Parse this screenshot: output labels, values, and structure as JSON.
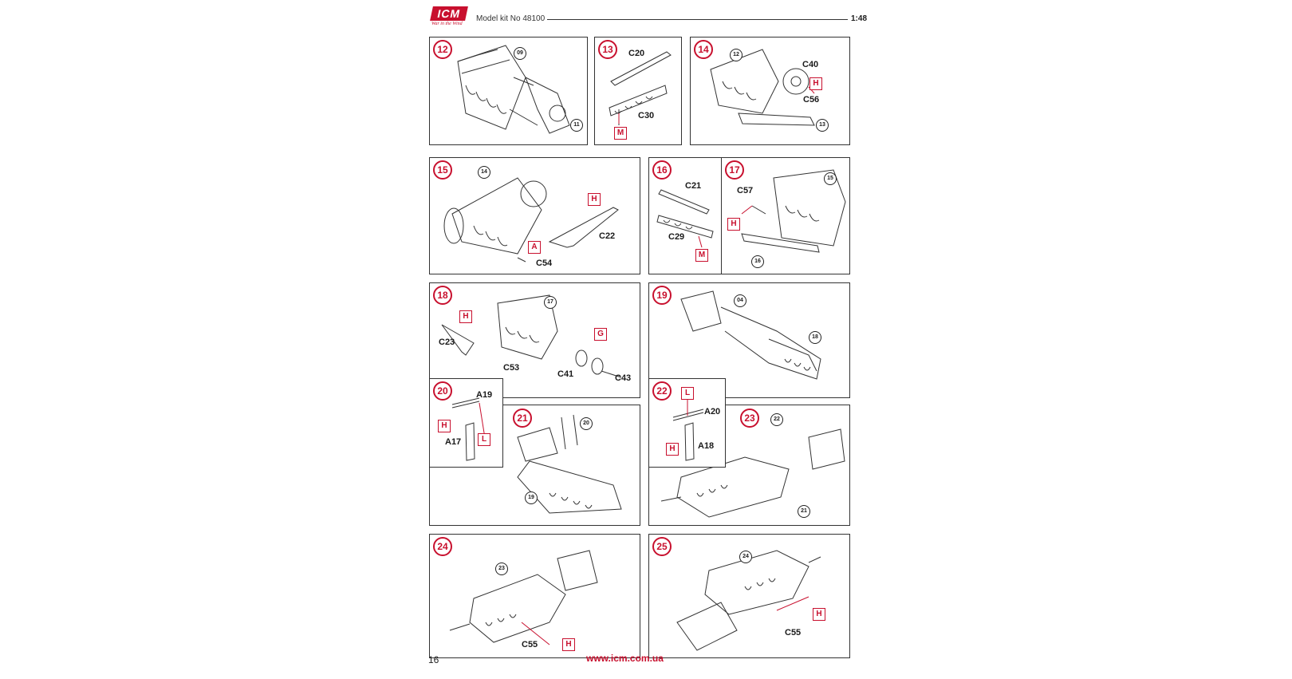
{
  "header": {
    "logo": "ICM",
    "logo_tagline": "War in the Wind",
    "kit_label": "Model kit No 48100",
    "scale": "1:48"
  },
  "steps": {
    "s12": {
      "num": "12",
      "refs": [
        "09",
        "11"
      ]
    },
    "s13": {
      "num": "13",
      "parts": [
        "C20",
        "C30"
      ],
      "boxes": [
        "M"
      ]
    },
    "s14": {
      "num": "14",
      "refs": [
        "12",
        "13"
      ],
      "parts": [
        "C40",
        "C56"
      ],
      "boxes": [
        "H"
      ]
    },
    "s15": {
      "num": "15",
      "refs": [
        "14"
      ],
      "parts": [
        "C22",
        "C54"
      ],
      "boxes": [
        "H",
        "A"
      ]
    },
    "s16": {
      "num": "16",
      "parts": [
        "C21",
        "C29"
      ],
      "boxes": [
        "M"
      ]
    },
    "s17": {
      "num": "17",
      "refs": [
        "15",
        "16"
      ],
      "parts": [
        "C57"
      ],
      "boxes": [
        "H"
      ]
    },
    "s18": {
      "num": "18",
      "refs": [
        "17"
      ],
      "parts": [
        "C23",
        "C53",
        "C41",
        "C43"
      ],
      "boxes": [
        "H",
        "G"
      ]
    },
    "s19": {
      "num": "19",
      "refs": [
        "04",
        "18"
      ]
    },
    "s20": {
      "num": "20",
      "parts": [
        "A19",
        "A17"
      ],
      "boxes": [
        "H",
        "L"
      ]
    },
    "s21": {
      "num": "21",
      "refs": [
        "20",
        "19"
      ]
    },
    "s22": {
      "num": "22",
      "parts": [
        "A20",
        "A18"
      ],
      "boxes": [
        "L",
        "H"
      ]
    },
    "s23": {
      "num": "23",
      "refs": [
        "22",
        "21"
      ]
    },
    "s24": {
      "num": "24",
      "refs": [
        "23"
      ],
      "parts": [
        "C55"
      ],
      "boxes": [
        "H"
      ]
    },
    "s25": {
      "num": "25",
      "refs": [
        "24"
      ],
      "parts": [
        "C55"
      ],
      "boxes": [
        "H"
      ]
    }
  },
  "footer": {
    "page_number": "16",
    "url": "www.icm.com.ua"
  },
  "colors": {
    "accent": "#c8102e",
    "line": "#333333"
  }
}
